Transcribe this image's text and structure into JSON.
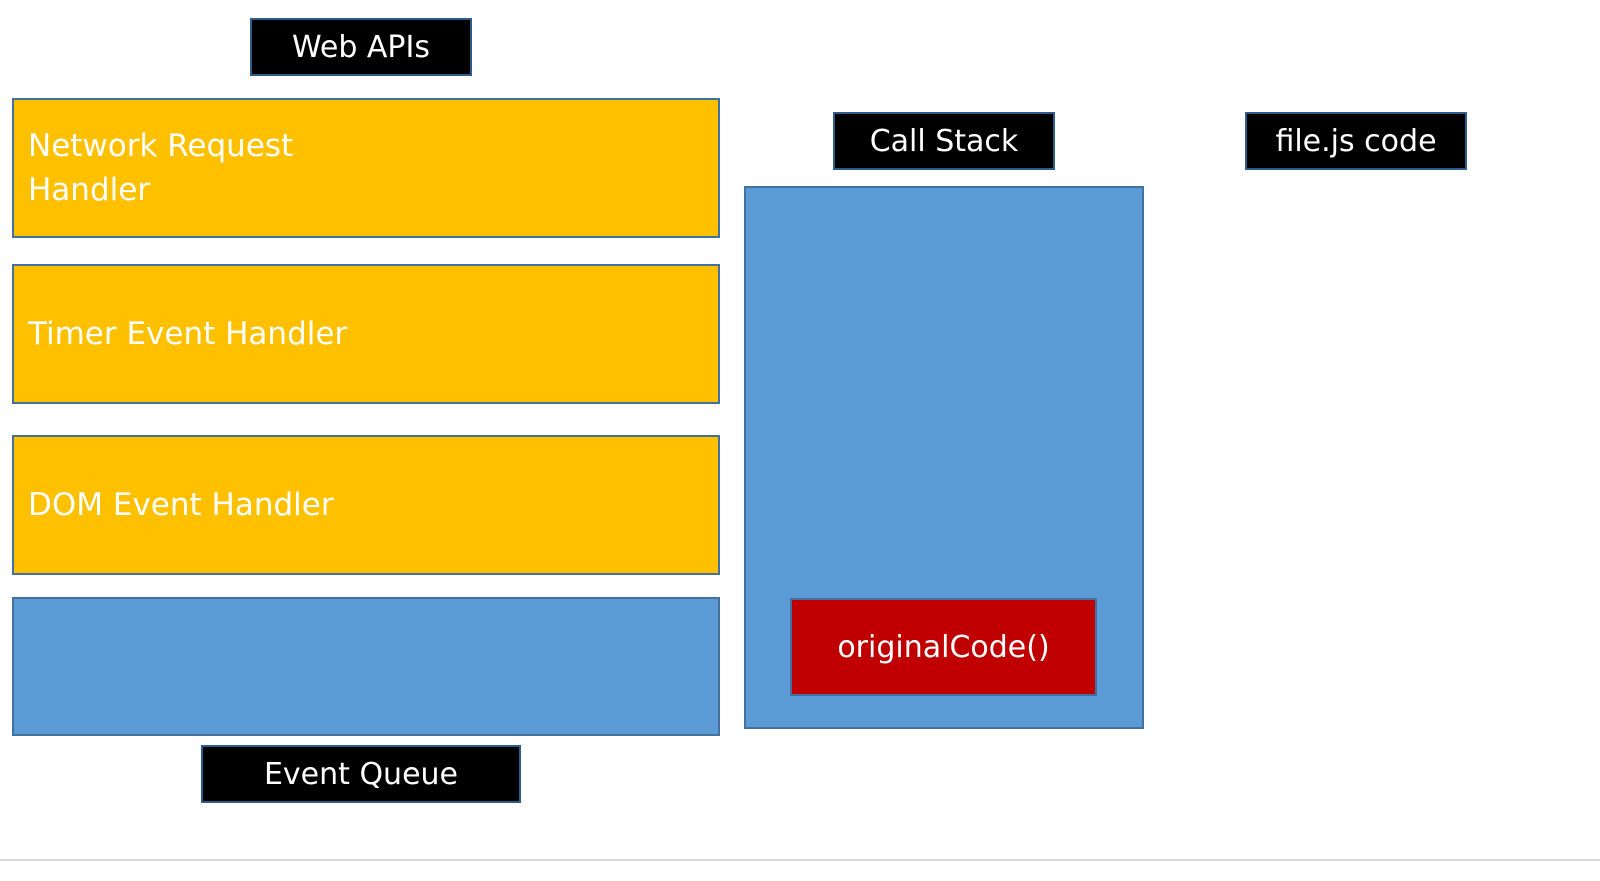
{
  "web_apis": {
    "title": "Web APIs",
    "handlers": [
      {
        "line1": "Network Request",
        "line2": "Handler"
      },
      {
        "line1": "Timer Event Handler",
        "line2": ""
      },
      {
        "line1": "DOM Event Handler",
        "line2": ""
      }
    ]
  },
  "event_queue": {
    "title": "Event Queue"
  },
  "call_stack": {
    "title": "Call Stack",
    "frames": [
      "originalCode()"
    ]
  },
  "file_js": {
    "title": "file.js code"
  },
  "colors": {
    "handler_fill": "#ffc000",
    "queue_fill": "#5b9bd5",
    "stack_fill": "#5b9bd5",
    "frame_fill": "#c00000",
    "label_fill": "#000000"
  }
}
